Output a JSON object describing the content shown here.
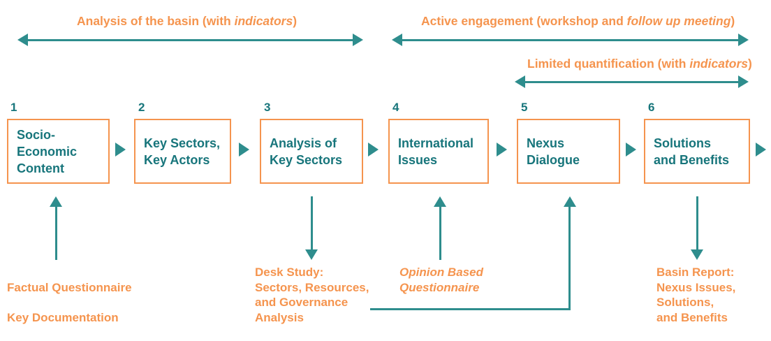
{
  "diagram": {
    "title_colors": {
      "orange": "#F5944E",
      "teal": "#17757B",
      "arrow_teal": "#2E8D8D"
    },
    "phases": [
      {
        "id": "analysis-of-basin",
        "text_plain": "Analysis of the basin (with indicators)",
        "text_before": "Analysis of the basin (with ",
        "text_italic": "indicators",
        "text_after": ")"
      },
      {
        "id": "active-engagement",
        "text_plain": "Active engagement (workshop and follow up meeting)",
        "text_before": "Active engagement (workshop and ",
        "text_italic": "follow up meeting",
        "text_after": ")"
      },
      {
        "id": "limited-quantification",
        "text_plain": "Limited quantification (with indicators)",
        "text_before": "Limited quantification (with ",
        "text_italic": "indicators",
        "text_after": ")"
      }
    ],
    "steps": [
      {
        "number": "1",
        "label": "Socio-Economic\nContent"
      },
      {
        "number": "2",
        "label": "Key Sectors,\nKey Actors"
      },
      {
        "number": "3",
        "label": "Analysis of\nKey Sectors"
      },
      {
        "number": "4",
        "label": "International\nIssues"
      },
      {
        "number": "5",
        "label": "Nexus\nDialogue"
      },
      {
        "number": "6",
        "label": "Solutions\nand Benefits"
      }
    ],
    "captions": [
      {
        "id": "factual-questionnaire",
        "line_italic": "Factual Questionnaire",
        "line_plain": "Key Documentation"
      },
      {
        "id": "desk-study",
        "line_plain": "Desk Study:\nSectors, Resources,\nand Governance\nAnalysis"
      },
      {
        "id": "opinion-based-questionnaire",
        "line_italic": "Opinion Based\nQuestionnaire"
      },
      {
        "id": "basin-report",
        "line_plain": "Basin Report:\nNexus Issues,\nSolutions,\nand Benefits"
      }
    ]
  }
}
